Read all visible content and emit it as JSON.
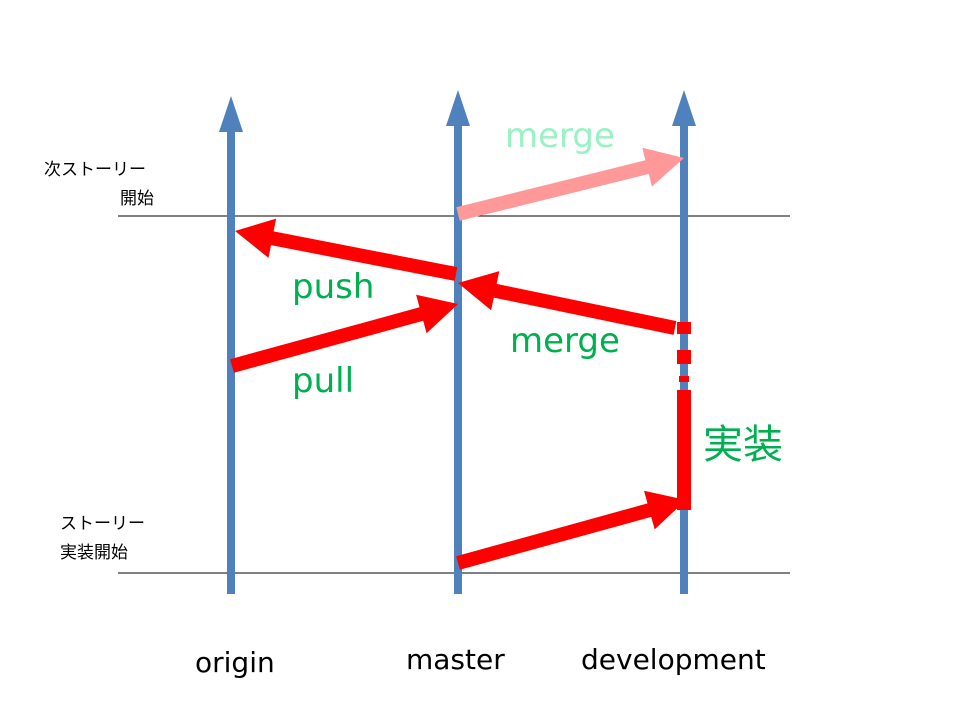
{
  "colors": {
    "branch_line": "#4f81bd",
    "arrow": "#ff0000",
    "arrow_future": "#ff9999",
    "label_green": "#00b050",
    "label_future": "#99f2c4",
    "rule": "#000000"
  },
  "milestones": {
    "next_story_line1": "次ストーリー",
    "next_story_line2": "開始",
    "story_impl_line1": "ストーリー",
    "story_impl_line2": "実装開始"
  },
  "branches": {
    "origin": "origin",
    "master": "master",
    "development": "development"
  },
  "operations": {
    "merge_future": "merge",
    "push": "push",
    "pull": "pull",
    "merge": "merge",
    "implementation": "実装"
  }
}
